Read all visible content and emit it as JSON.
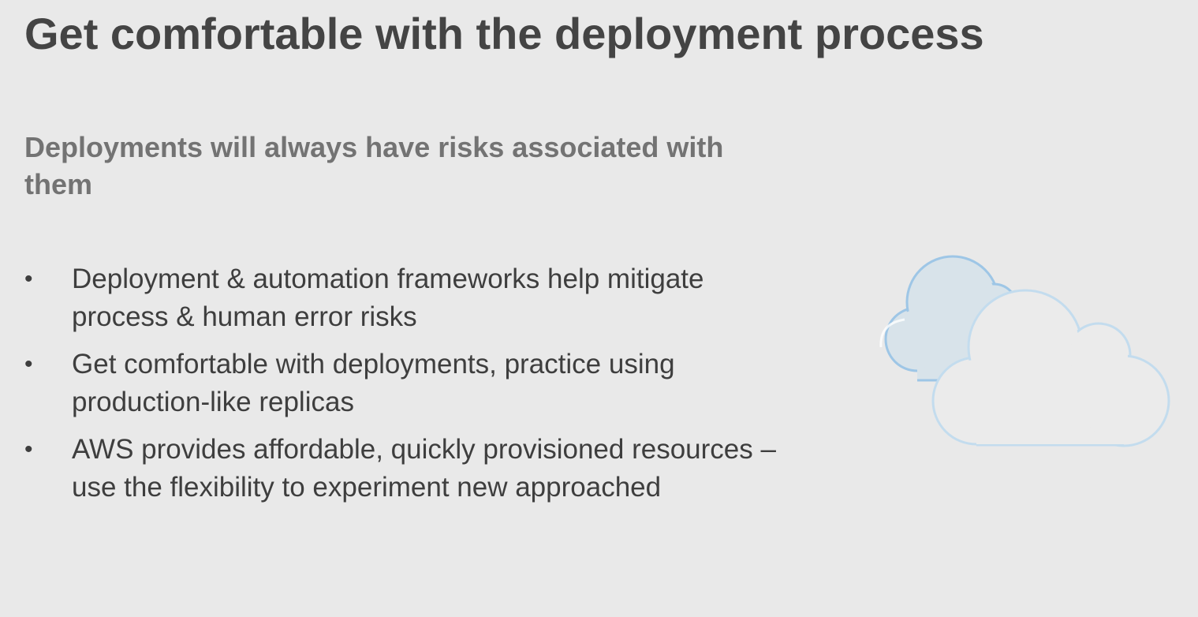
{
  "slide": {
    "title": "Get comfortable with the deployment process",
    "subtitle": "Deployments will always have risks associated with them",
    "bullets": [
      {
        "marker": "•",
        "text": "Deployment & automation frameworks help mitigate process & human error risks"
      },
      {
        "marker": "•",
        "text": "Get comfortable with deployments, practice using production-like replicas"
      },
      {
        "marker": "•",
        "text": "AWS provides affordable, quickly provisioned resources – use the flexibility to experiment new approached"
      }
    ],
    "graphic": {
      "icon": "cloud-icon",
      "colors": {
        "back_fill": "#d8e3ea",
        "back_outline": "#9ec6e6",
        "front_fill": "#ebebeb",
        "front_outline": "#c3dcee"
      }
    }
  }
}
